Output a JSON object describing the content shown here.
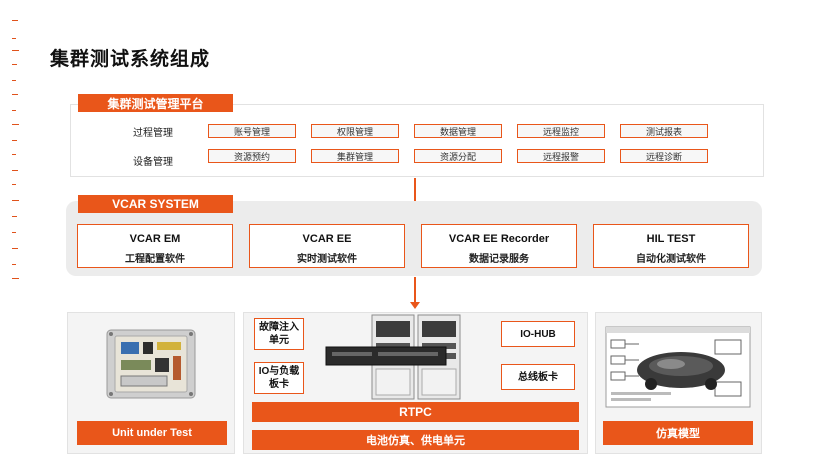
{
  "page": {
    "title": "集群测试系统组成"
  },
  "platform": {
    "tag": "集群测试管理平台",
    "rows": [
      {
        "label": "过程管理",
        "items": [
          "账号管理",
          "权限管理",
          "数据管理",
          "远程监控",
          "测试报表"
        ]
      },
      {
        "label": "设备管理",
        "items": [
          "资源预约",
          "集群管理",
          "资源分配",
          "远程报警",
          "远程诊断"
        ]
      }
    ]
  },
  "vcar": {
    "tag": "VCAR SYSTEM",
    "cards": [
      {
        "title": "VCAR EM",
        "subtitle": "工程配置软件"
      },
      {
        "title": "VCAR EE",
        "subtitle": "实时测试软件"
      },
      {
        "title": "VCAR EE Recorder",
        "subtitle": "数据记录服务"
      },
      {
        "title": "HIL TEST",
        "subtitle": "自动化测试软件"
      }
    ]
  },
  "hardware": {
    "uut_label": "Unit under Test",
    "fault_injection": "故障注入\n单元",
    "io_load": "IO与负载\n板卡",
    "io_hub": "IO-HUB",
    "bus_card": "总线板卡",
    "rtpc": "RTPC",
    "battery": "电池仿真、供电单元",
    "sim_model": "仿真模型"
  },
  "colors": {
    "accent": "#e9561a",
    "panel": "#f4f4f4"
  }
}
